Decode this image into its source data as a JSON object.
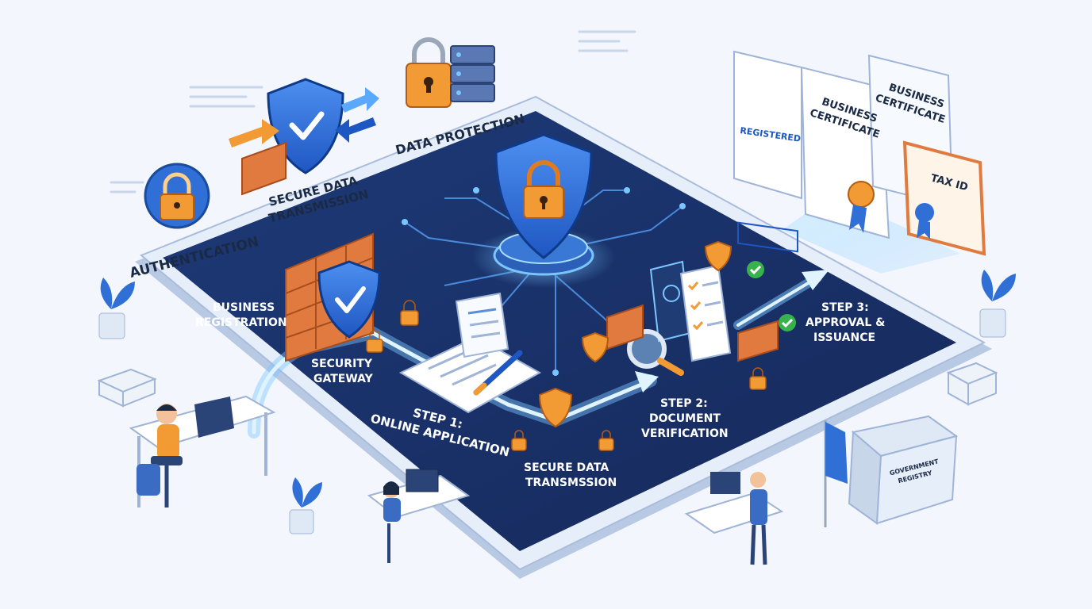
{
  "labels": {
    "authentication": "AUTHENTICATION",
    "secure_transmission_top_line1": "SECURE DATA",
    "secure_transmission_top_line2": "TRANSMISSION",
    "data_protection": "DATA PROTECTION",
    "business_registration_line1": "BUSINESS",
    "business_registration_line2": "REGISTRATION",
    "security_gateway_line1": "SECURITY",
    "security_gateway_line2": "GATEWAY",
    "step1_line1": "STEP 1:",
    "step1_line2": "ONLINE APPLICATION",
    "secure_transmission_bottom_line1": "SECURE DATA",
    "secure_transmission_bottom_line2": "TRANSMSSION",
    "step2_line1": "STEP 2:",
    "step2_line2": "DOCUMENT",
    "step2_line3": "VERIFICATION",
    "step3_line1": "STEP 3:",
    "step3_line2": "APPROVAL &",
    "step3_line3": "ISSUANCE",
    "registry_line1": "GOVERNMENT",
    "registry_line2": "REGISTRY"
  },
  "documents": {
    "registered_stamp": "REGISTERED",
    "certificate1_line1": "BUSINESS",
    "certificate1_line2": "CERTIFICATE",
    "certificate2_line1": "BUSINESS",
    "certificate2_line2": "CERTIFICATE",
    "tax_id": "TAX ID"
  },
  "colors": {
    "tablet_screen": "#1f3568",
    "tablet_frame": "#dfe8f5",
    "shield_blue": "#2f6fd6",
    "lock_orange": "#f29a34",
    "brick": "#e07a3f",
    "flow_glow": "#7cc6ff",
    "check_green": "#37b24d",
    "background": "#f3f7fd"
  }
}
